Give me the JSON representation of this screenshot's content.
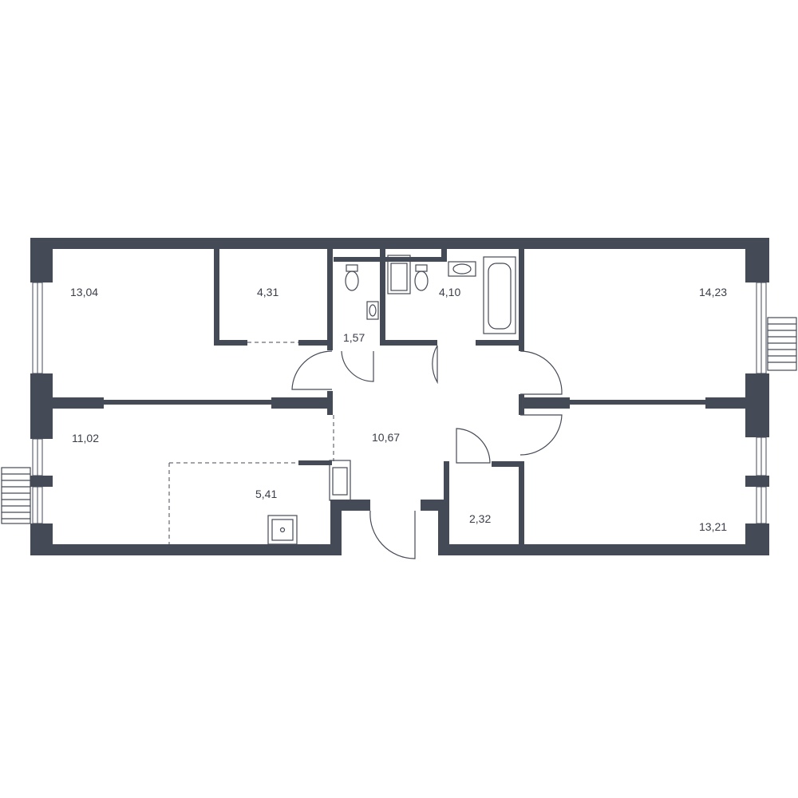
{
  "colors": {
    "wall": "#454a57",
    "background": "#ffffff",
    "label": "#3a3e4a"
  },
  "rooms": [
    {
      "id": "room-bedroom-1",
      "label": "13,04"
    },
    {
      "id": "room-closet",
      "label": "4,31"
    },
    {
      "id": "room-wc",
      "label": "1,57"
    },
    {
      "id": "room-bathroom",
      "label": "4,10"
    },
    {
      "id": "room-bedroom-2",
      "label": "14,23"
    },
    {
      "id": "room-living",
      "label": "11,02"
    },
    {
      "id": "room-kitchen",
      "label": "5,41"
    },
    {
      "id": "room-hall",
      "label": "10,67"
    },
    {
      "id": "room-storage",
      "label": "2,32"
    },
    {
      "id": "room-bedroom-3",
      "label": "13,21"
    }
  ],
  "icons": [
    "toilet-icon",
    "sink-icon",
    "bathtub-icon",
    "washing-machine-icon",
    "stove-icon",
    "radiator-icon",
    "window-icon",
    "door-icon"
  ]
}
